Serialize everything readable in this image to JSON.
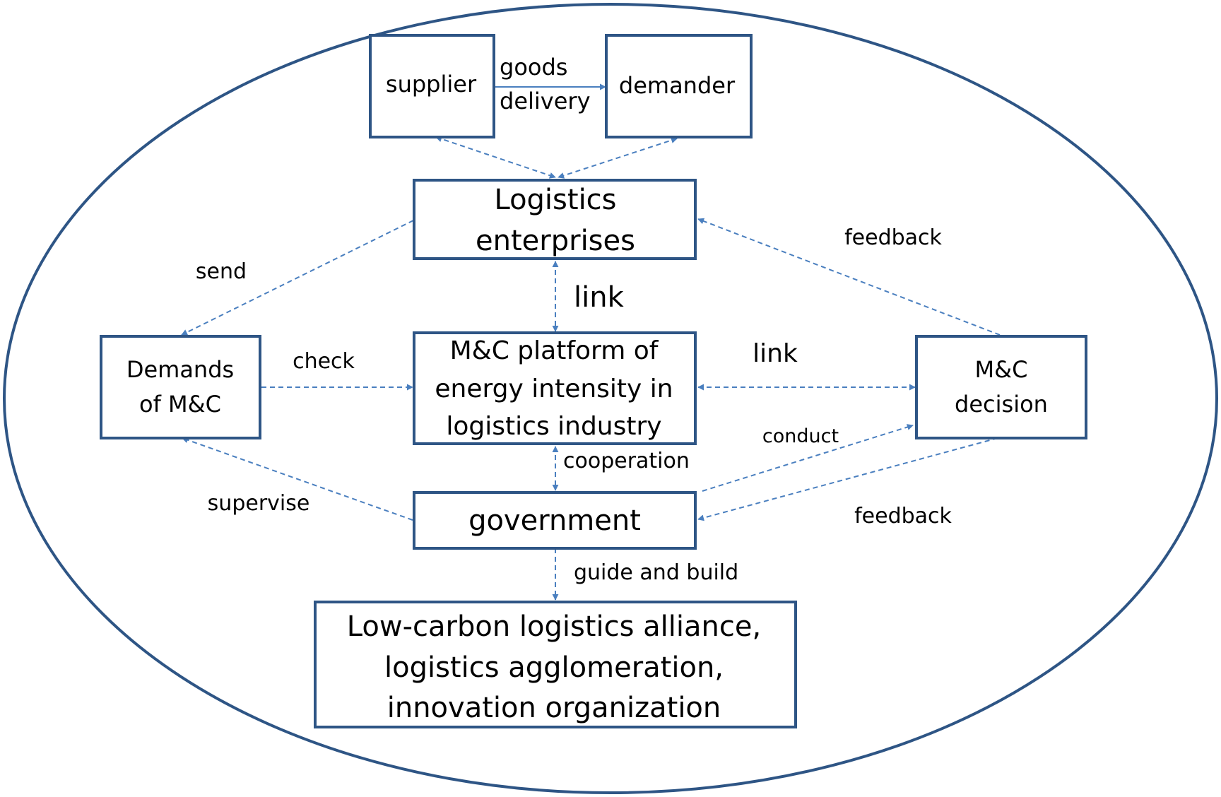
{
  "colors": {
    "box_border": "#2e5585",
    "arrow": "#4a7fbf",
    "text": "#000000",
    "background": "#ffffff"
  },
  "nodes": {
    "supplier": "supplier",
    "demander": "demander",
    "logistics_enterprises": [
      "Logistics",
      "enterprises"
    ],
    "demands": [
      "Demands",
      "of M&C"
    ],
    "platform": [
      "M&C platform of",
      "energy intensity in",
      "logistics industry"
    ],
    "decision": [
      "M&C",
      "decision"
    ],
    "government": "government",
    "alliance": [
      "Low-carbon logistics alliance,",
      "logistics agglomeration,",
      "innovation organization"
    ]
  },
  "edge_labels": {
    "goods_delivery": [
      "goods",
      "delivery"
    ],
    "send": "send",
    "feedback_top": "feedback",
    "link_vertical": "link",
    "check": "check",
    "link_horizontal": "link",
    "conduct": "conduct",
    "cooperation": "cooperation",
    "supervise": "supervise",
    "feedback_bottom": "feedback",
    "guide_and_build": "guide and build"
  }
}
